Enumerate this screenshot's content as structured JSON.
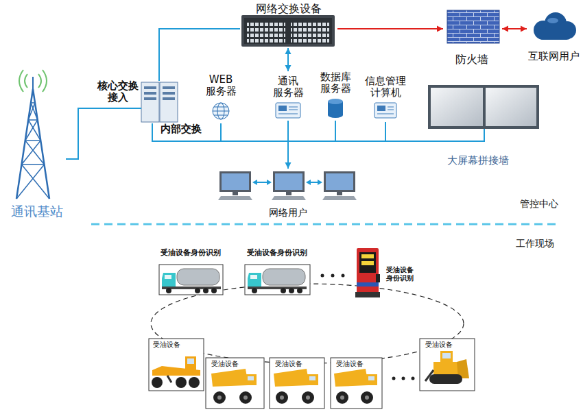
{
  "diagram": {
    "nodes": [
      {
        "text": [
          "网络交换设备"
        ]
      },
      {
        "text": [
          "防火墙"
        ]
      },
      {
        "text": [
          "互联网用户"
        ]
      },
      {
        "text": [
          "通讯基站"
        ]
      },
      {
        "text": [
          "核心交换 接入",
          "内部交换"
        ]
      },
      {
        "text": [
          "WEB 服务器"
        ]
      },
      {
        "text": [
          "通讯 服务器"
        ]
      },
      {
        "text": [
          "数据库 服务器"
        ]
      },
      {
        "text": [
          "信息管理 计算机"
        ]
      },
      {
        "text": [
          "大屏幕拼接墙"
        ]
      },
      {
        "text": [
          "网络用户"
        ]
      },
      {
        "text": [
          "受油设备身份识别"
        ]
      },
      {
        "text": [
          "受油设备身份识别"
        ]
      },
      {
        "text": [
          "受油设备 身份识别"
        ]
      },
      {
        "text": [
          "受油设备"
        ]
      },
      {
        "text": [
          "受油设备"
        ]
      },
      {
        "text": [
          "受油设备"
        ]
      },
      {
        "text": [
          "受油设备"
        ]
      },
      {
        "text": [
          "受油设备"
        ]
      }
    ],
    "edges": [
      {
        "from": 0,
        "to": 1,
        "arrow": "to"
      },
      {
        "from": 1,
        "to": 2,
        "arrow": "both"
      },
      {
        "from": 4,
        "to": 0,
        "arrow": "none"
      },
      {
        "from": 0,
        "to": 6,
        "arrow": "both"
      },
      {
        "from": 3,
        "to": 4,
        "arrow": "none"
      },
      {
        "from": 4,
        "to": 5,
        "arrow": "none"
      },
      {
        "from": 4,
        "to": 6,
        "arrow": "none"
      },
      {
        "from": 4,
        "to": 7,
        "arrow": "none"
      },
      {
        "from": 4,
        "to": 8,
        "arrow": "none"
      },
      {
        "from": 4,
        "to": 9,
        "arrow": "none"
      },
      {
        "from": 4,
        "to": 10,
        "arrow": "to"
      }
    ],
    "labels": [
      "管控中心",
      "工作现场"
    ]
  }
}
